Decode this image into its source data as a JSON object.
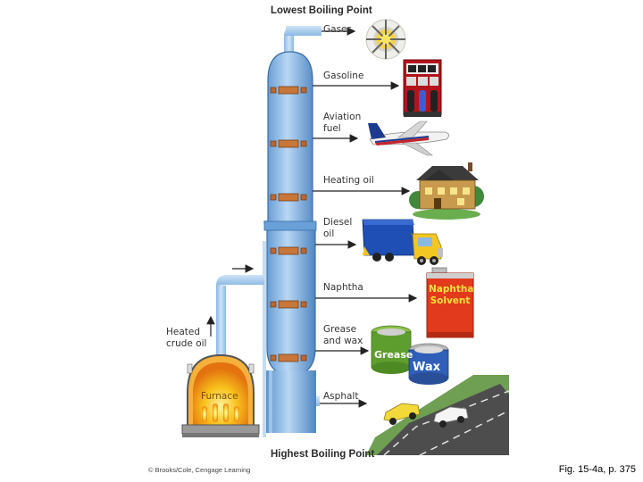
{
  "headings": {
    "top": "Lowest Boiling Point",
    "bottom": "Highest Boiling Point"
  },
  "input_label": "Heated\ncrude oil",
  "furnace_label": "Furnace",
  "fractions": [
    {
      "label": "Gases",
      "icon": "gas-flame-icon"
    },
    {
      "label": "Gasoline",
      "icon": "gas-pump-icon"
    },
    {
      "label": "Aviation\nfuel",
      "icon": "airplane-icon"
    },
    {
      "label": "Heating oil",
      "icon": "house-icon"
    },
    {
      "label": "Diesel\noil",
      "icon": "truck-icon"
    },
    {
      "label": "Naphtha",
      "icon": "naphtha-can-icon"
    },
    {
      "label": "Grease\nand wax",
      "icon": "grease-wax-tins-icon"
    },
    {
      "label": "Asphalt",
      "icon": "road-cars-icon"
    }
  ],
  "naphtha_can_text": "Naphtha\nSolvent",
  "grease_tin_text": "Grease",
  "wax_tin_text": "Wax",
  "credit": "© Brooks/Cole, Cengage Learning",
  "caption": "Fig. 15-4a, p. 375",
  "colors": {
    "column": "#7fb0e0",
    "pipe": "#a8cdf0",
    "tray": "#c8763a",
    "furnace_fire": "#f5a623",
    "arrow": "#222222"
  }
}
